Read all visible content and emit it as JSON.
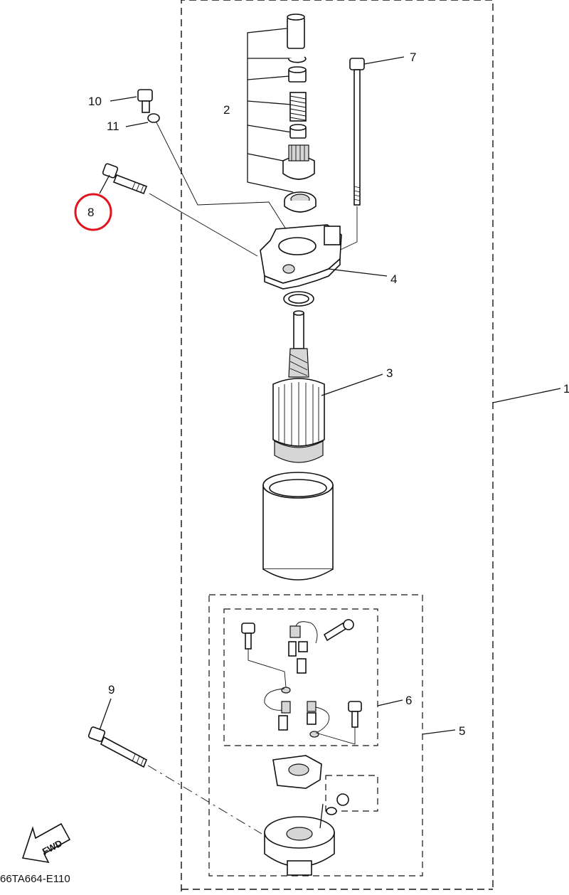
{
  "diagram": {
    "code": "66TA664-E110",
    "fwd_label": "FWD",
    "highlight_color": "#e0141e",
    "highlighted_callout": "8",
    "callouts": [
      "1",
      "2",
      "3",
      "4",
      "5",
      "6",
      "7",
      "8",
      "9",
      "10",
      "11"
    ]
  }
}
